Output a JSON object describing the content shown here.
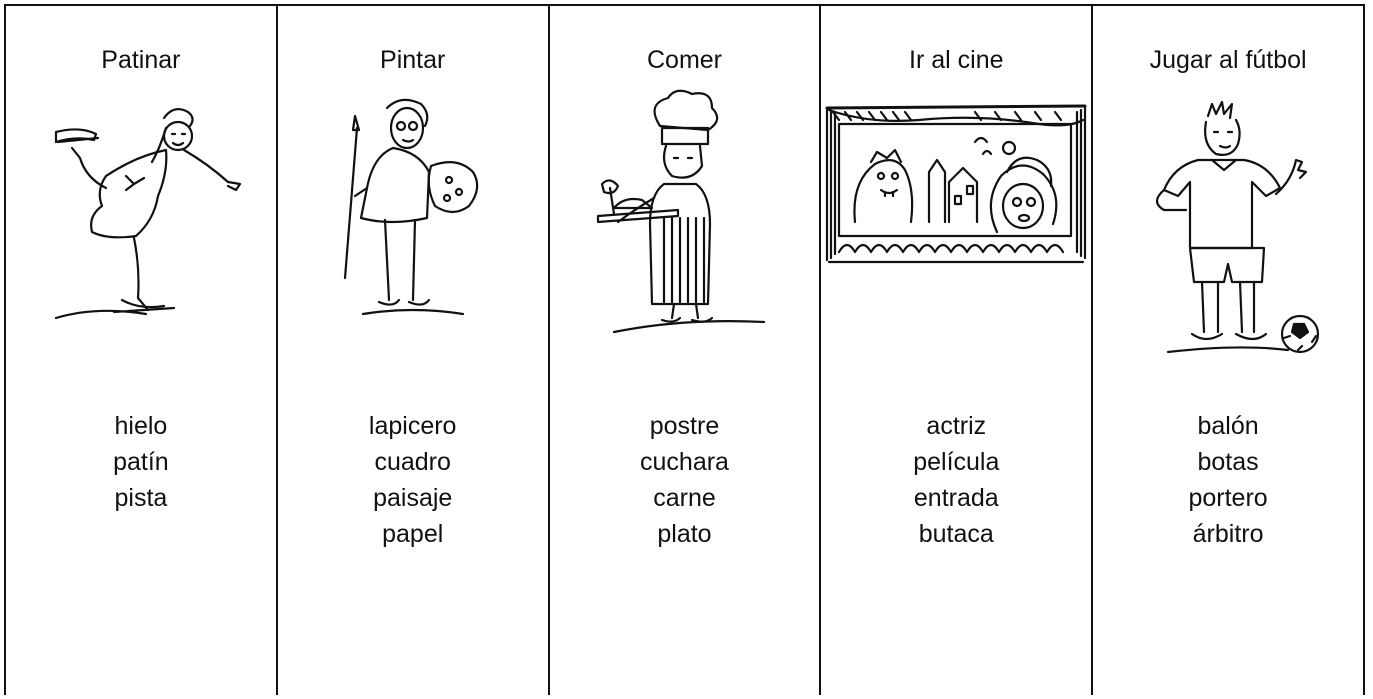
{
  "columns": [
    {
      "title": "Patinar",
      "words": [
        "hielo",
        "patín",
        "pista"
      ],
      "illustration": "skater-icon"
    },
    {
      "title": "Pintar",
      "words": [
        "lapicero",
        "cuadro",
        "paisaje",
        "papel"
      ],
      "illustration": "painter-icon"
    },
    {
      "title": "Comer",
      "words": [
        "postre",
        "cuchara",
        "carne",
        "plato"
      ],
      "illustration": "chef-icon"
    },
    {
      "title": "Ir al cine",
      "words": [
        "actriz",
        "película",
        "entrada",
        "butaca"
      ],
      "illustration": "cinema-screen-icon"
    },
    {
      "title": "Jugar al fútbol",
      "words": [
        "balón",
        "botas",
        "portero",
        "árbitro"
      ],
      "illustration": "footballer-icon"
    }
  ]
}
